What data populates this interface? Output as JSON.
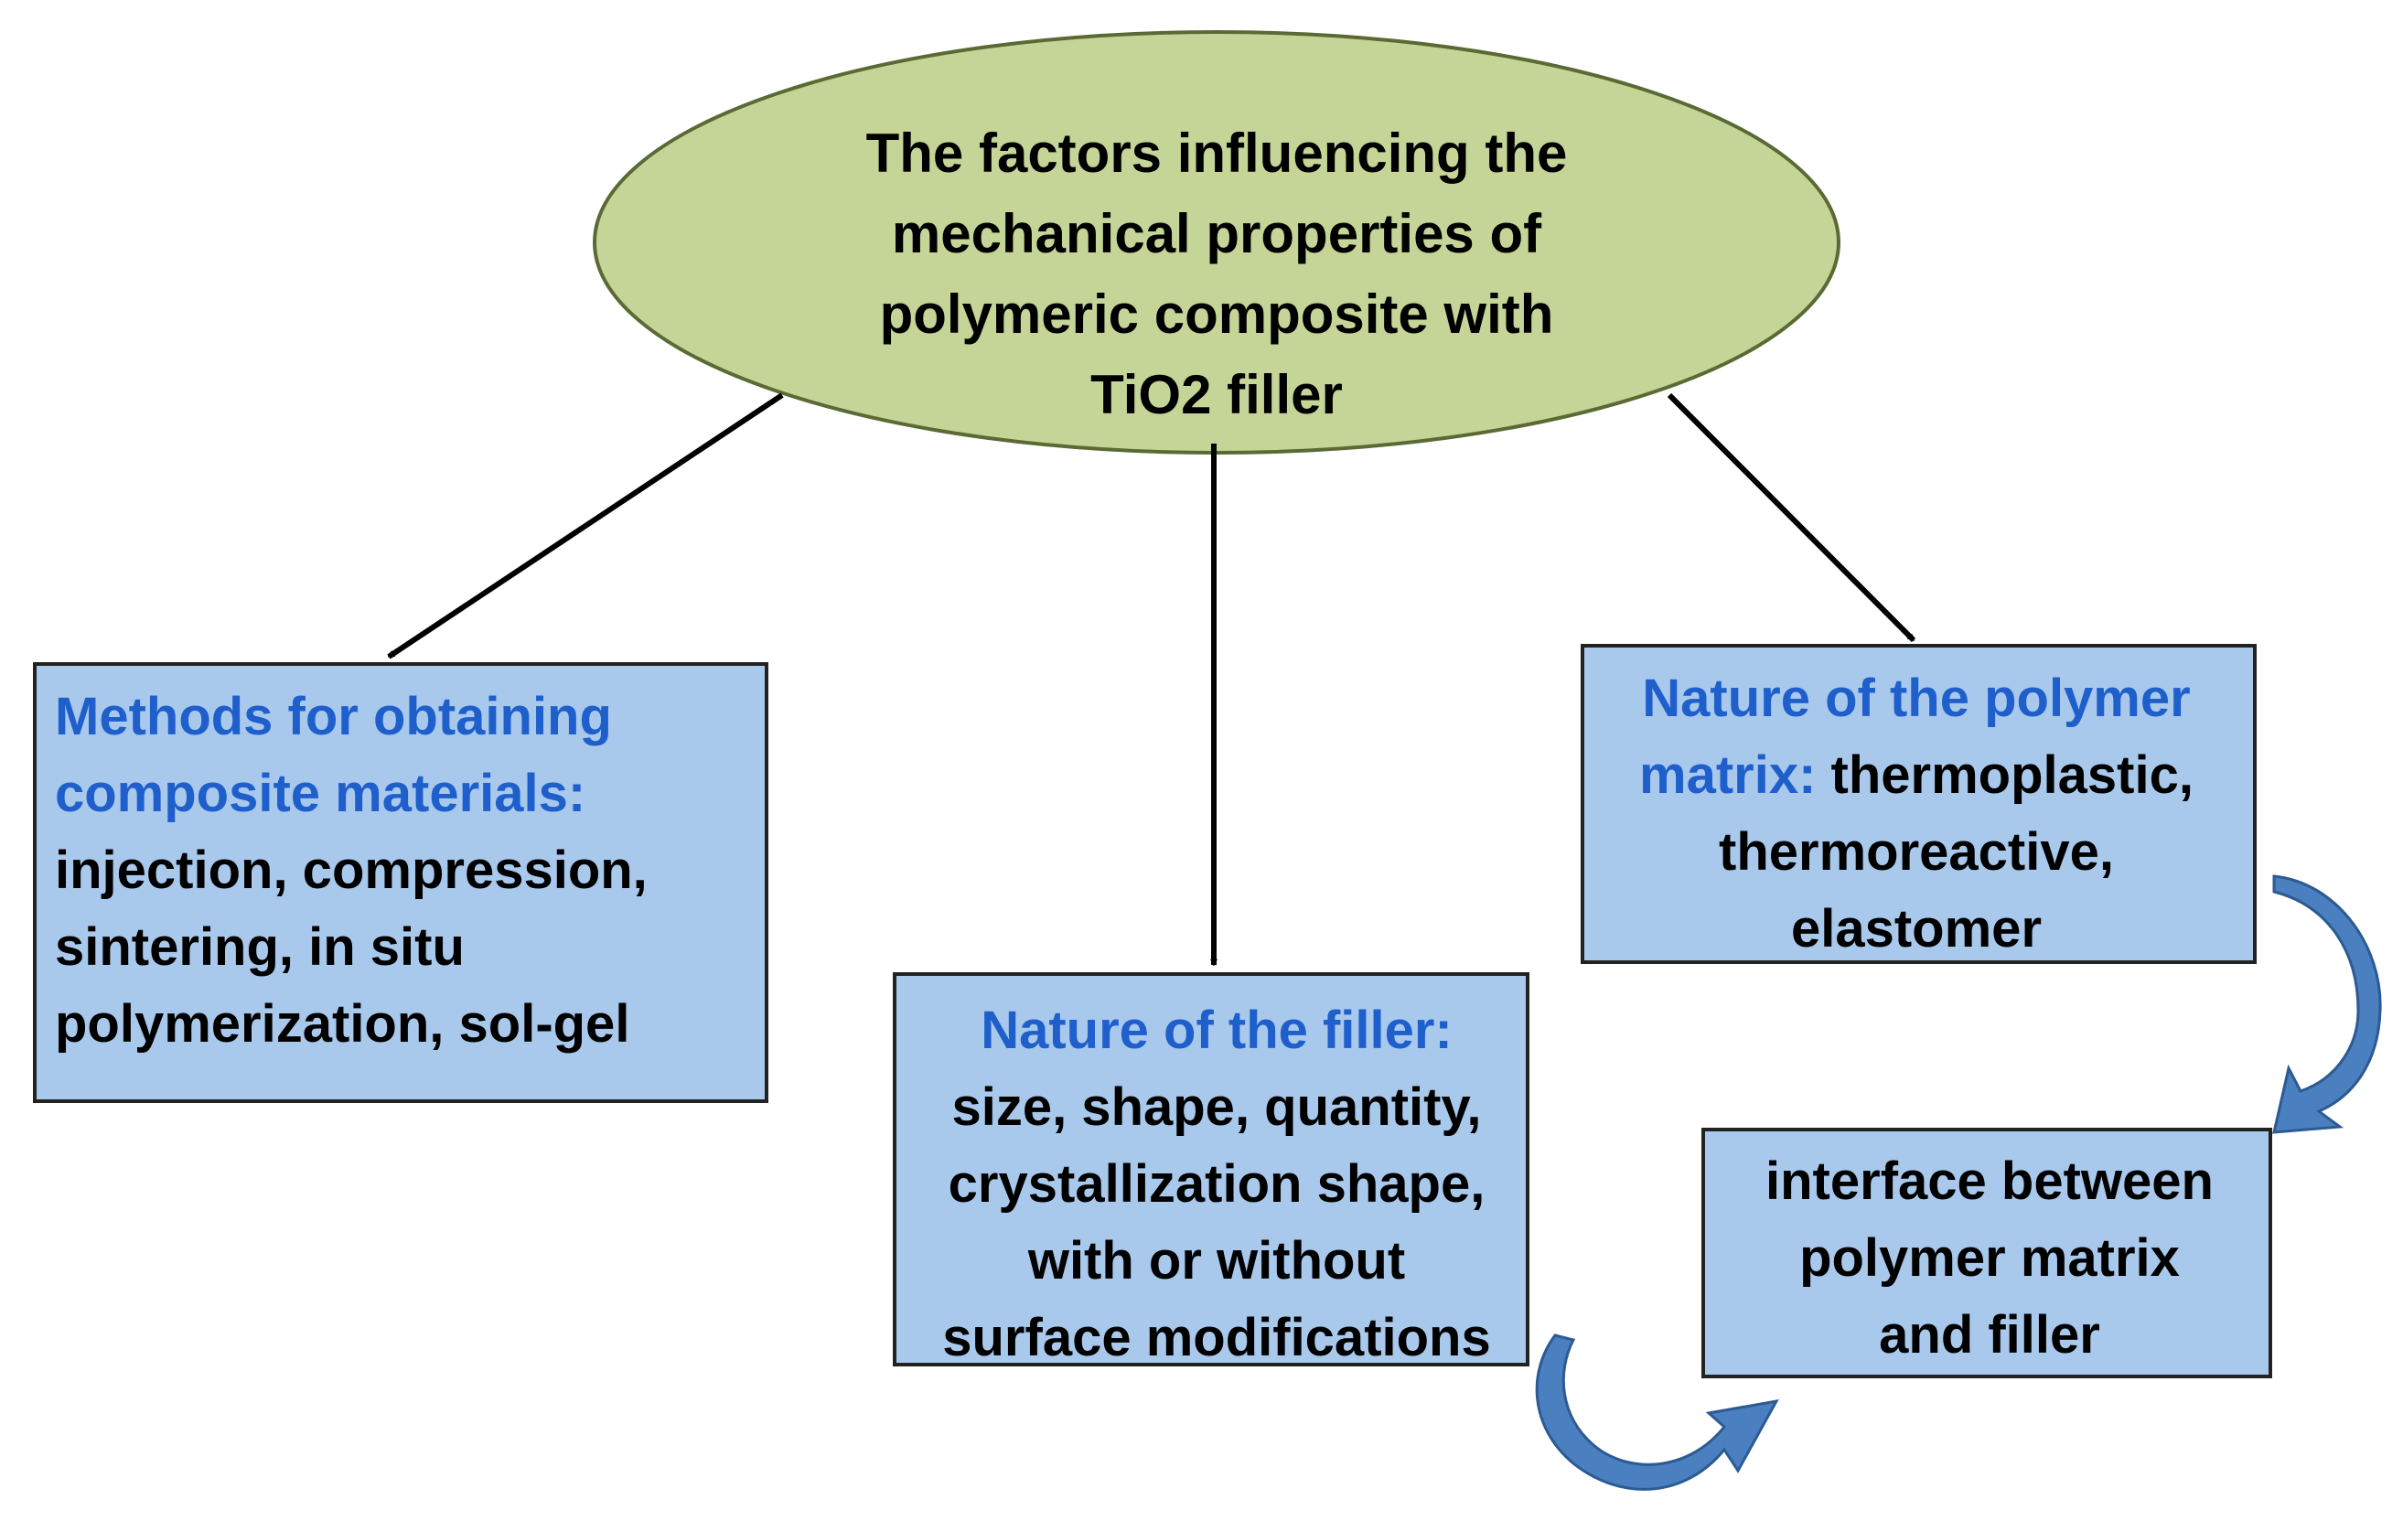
{
  "colors": {
    "ellipse_fill": "#c4d597",
    "ellipse_stroke": "#5b6a34",
    "box_fill": "#a9c9ec",
    "box_stroke": "#222222",
    "heading_text": "#1f5fcc",
    "body_text": "#000000",
    "arrow": "#000000",
    "curved_arrow_fill": "#4a7fc0",
    "curved_arrow_stroke": "#2c5a92"
  },
  "root": {
    "lines": [
      "The factors influencing the",
      "mechanical properties of",
      "polymeric composite with",
      "TiO2 filler"
    ]
  },
  "boxes": {
    "methods": {
      "heading_lines": [
        "Methods for obtaining",
        "composite materials:"
      ],
      "body_lines": [
        "injection, compression,",
        "sintering, in situ",
        "polymerization, sol-gel"
      ]
    },
    "filler": {
      "heading_lines": [
        "Nature of the filler:"
      ],
      "body_lines": [
        "size, shape, quantity,",
        "crystallization shape,",
        "with or without",
        "surface modifications"
      ]
    },
    "polymer": {
      "line1": "Nature of the polymer",
      "line2_heading": "matrix:",
      "line2_body": " thermoplastic,",
      "body_lines": [
        "thermoreactive,",
        "elastomer"
      ]
    },
    "interface": {
      "body_lines": [
        "interface between",
        "polymer matrix",
        "and filler"
      ]
    }
  },
  "arrows": [
    {
      "from": "root",
      "to": "methods",
      "style": "straight"
    },
    {
      "from": "root",
      "to": "filler",
      "style": "straight"
    },
    {
      "from": "root",
      "to": "polymer",
      "style": "straight"
    },
    {
      "from": "polymer",
      "to": "interface",
      "style": "curved"
    },
    {
      "from": "filler",
      "to": "interface",
      "style": "curved"
    }
  ]
}
